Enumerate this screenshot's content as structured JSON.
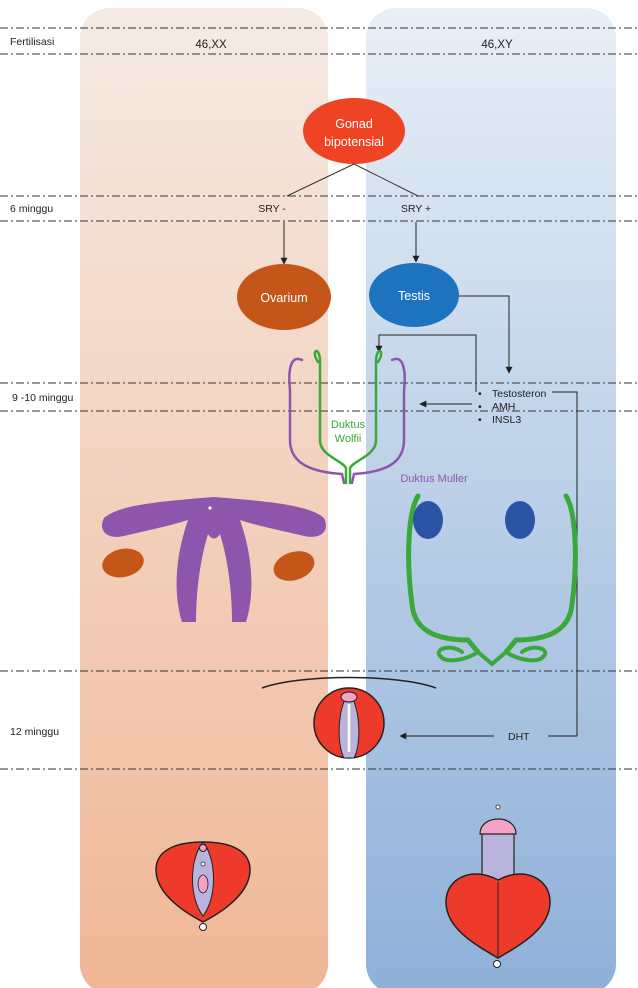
{
  "timeline": {
    "fertilization": "Fertilisasi",
    "week6": "6 minggu",
    "week9_10": "9 -10  minggu",
    "week12": "12 minggu"
  },
  "karyotypes": {
    "female": "46,XX",
    "male": "46,XY"
  },
  "nodes": {
    "bipotential_line1": "Gonad",
    "bipotential_line2": "bipotensial",
    "ovary": "Ovarium",
    "testis": "Testis"
  },
  "sry": {
    "negative": "SRY -",
    "positive": "SRY +"
  },
  "ducts": {
    "wolffian_line1": "Duktus",
    "wolffian_line2": "Wolfii",
    "mullerian": "Duktus Muller"
  },
  "hormones": {
    "bullet": "•",
    "items": [
      "Testosteron",
      "AMH",
      "INSL3"
    ],
    "dht": "DHT"
  },
  "colors": {
    "female_panel_top": "#f5ebe4",
    "female_panel_bottom": "#f0b796",
    "male_panel_top": "#e8eff7",
    "male_panel_bottom": "#8eb0d8",
    "bipotential_gonad": "#ef4423",
    "ovary": "#c5561a",
    "testis": "#1e73be",
    "wolffian_duct": "#3aa83a",
    "mullerian_duct": "#8e55ad",
    "epididymis_testis": "#2b54a6",
    "genital_red": "#ee3a2a",
    "genital_lavender": "#b9b4dc",
    "genital_pink": "#f3a3c3"
  }
}
